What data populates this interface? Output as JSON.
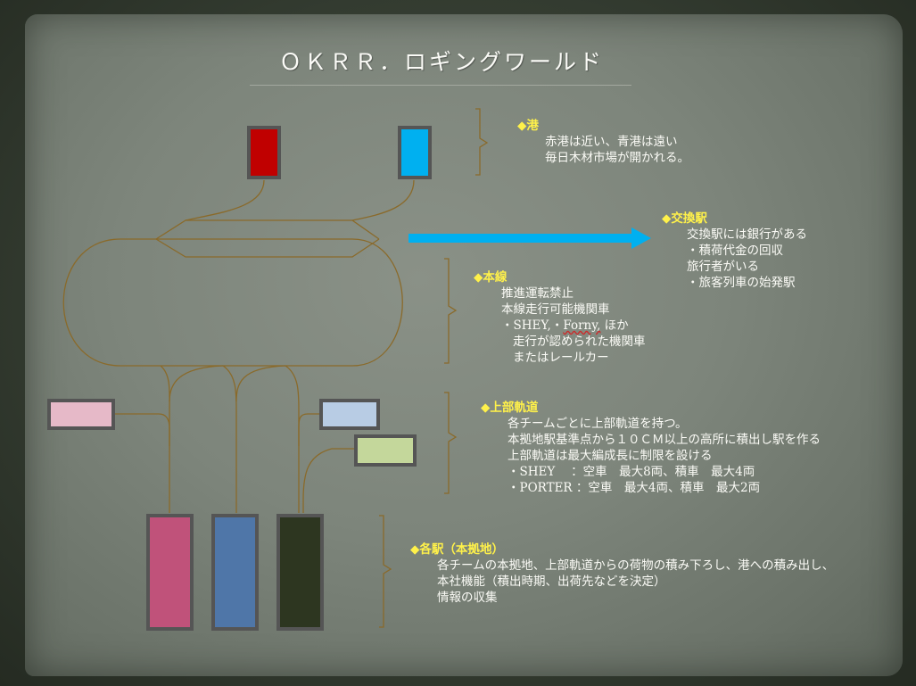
{
  "title": "ＯＫＲＲ．ロギングワールド",
  "ports": {
    "heading": "◆港",
    "lines": [
      "赤港は近い、青港は遠い",
      "毎日木材市場が開かれる。"
    ]
  },
  "exchange_station": {
    "heading": "◆交換駅",
    "lines": [
      "交換駅には銀行がある",
      "・積荷代金の回収",
      "旅行者がいる",
      "・旅客列車の始発駅"
    ]
  },
  "main_line": {
    "heading": "◆本線",
    "line1": "推進運転禁止",
    "line2": "本線走行可能機関車",
    "line3_prefix": "・SHEY,・",
    "line3_wavy": "Forny,",
    "line3_suffix": " ほか",
    "line4": "走行が認められた機関車",
    "line5": "またはレールカー"
  },
  "upper_track": {
    "heading": "◆上部軌道",
    "lines": [
      "各チームごとに上部軌道を持つ。",
      "本拠地駅基準点から１０ＣＭ以上の高所に積出し駅を作る",
      "上部軌道は最大編成長に制限を設ける",
      "・SHEY　 ：空車　最大8両、積車　最大4両",
      "・PORTER ：空車　最大4両、積車　最大2両"
    ]
  },
  "stations": {
    "heading": "◆各駅（本拠地）",
    "lines": [
      "各チームの本拠地、上部軌道からの荷物の積み下ろし、港への積み出し、",
      "本社機能（積出時期、出荷先などを決定）",
      "情報の収集"
    ]
  },
  "colors": {
    "red_port": "#c00000",
    "blue_port": "#00b0f0",
    "arrow": "#00b0f0",
    "pink_upper": "#e6b9c8",
    "lightblue_upper": "#b8cce4",
    "green_upper": "#c4d79b",
    "station_magenta": "#c0527a",
    "station_blue": "#4f76a8",
    "station_dark": "#2d3620",
    "track": "#8a6a2a",
    "heading": "#fff14a"
  }
}
